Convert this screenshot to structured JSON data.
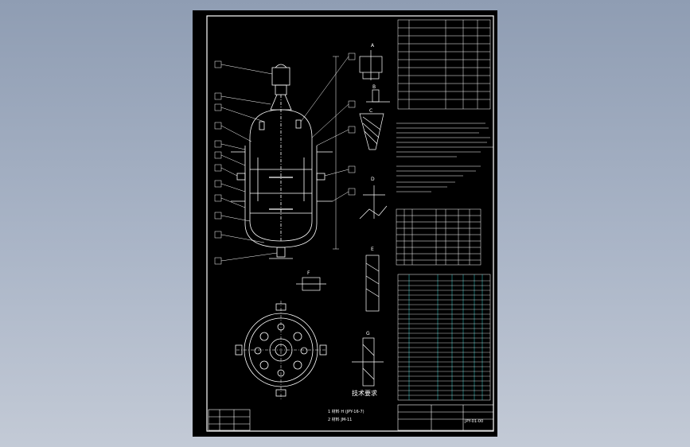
{
  "drawing": {
    "note_title": "技术要求",
    "legend_line_1": "1 材料  H  (JPY-16-7)",
    "legend_line_2": "2 材料  JM-11",
    "detail_marks": [
      "A",
      "B",
      "C",
      "D",
      "E",
      "F",
      "G"
    ],
    "title_block_code": "JPY-01-00"
  },
  "colors": {
    "sheet": "#000000",
    "lines": "#ffffff",
    "cyan": "#2fd3d3",
    "viewport": "#9aa7bb"
  }
}
